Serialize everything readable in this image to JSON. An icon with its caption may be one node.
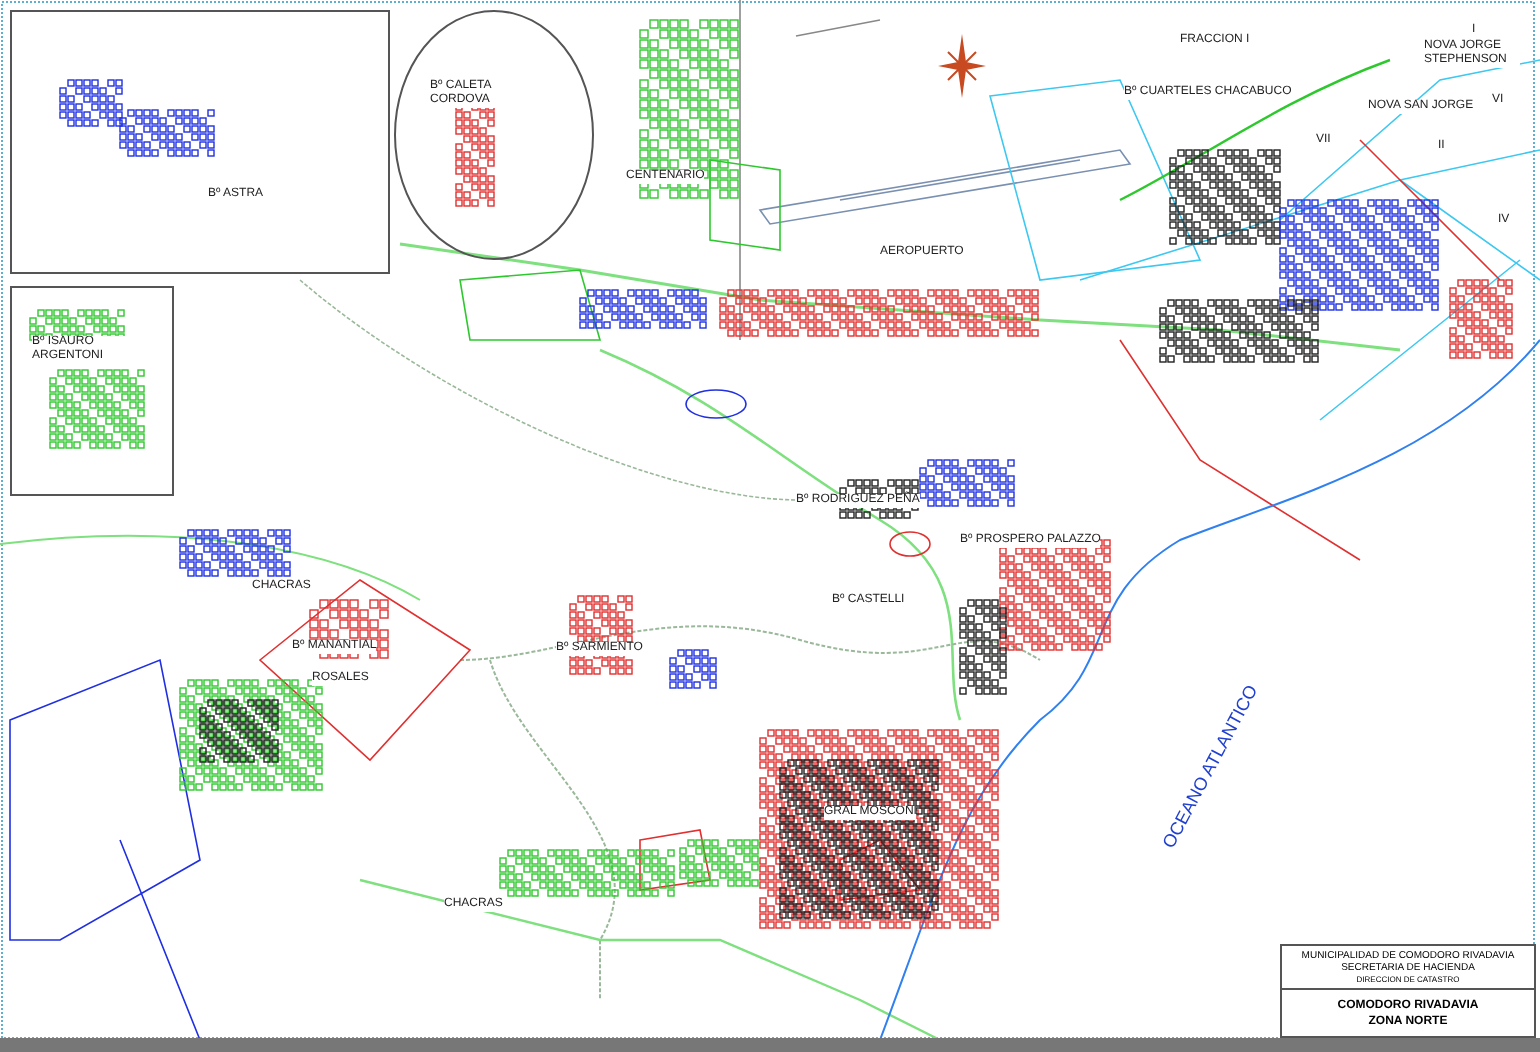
{
  "diagram": {
    "nodes": [
      {
        "text": [
          "Bº ASTRA"
        ]
      },
      {
        "text": [
          "Bº CALETA CORDOVA"
        ]
      },
      {
        "text": [
          "Bº ISAURO ARGENTONI"
        ]
      },
      {
        "text": [
          "MUNICIPALIDAD DE COMODORO RIVADAVIA",
          "SECRETARIA DE HACIENDA",
          "DIRECCION DE CATASTRO",
          "COMODORO RIVADAVIA",
          "ZONA NORTE"
        ]
      }
    ],
    "labels": [
      "CENTENARIO",
      "AEROPUERTO",
      "FRACCION I",
      "Bº CUARTELES CHACABUCO",
      "I",
      "NOVA JORGE STEPHENSON",
      "NOVA SAN JORGE",
      "VI",
      "VII",
      "II",
      "IV",
      "Bº RODRIGUEZ PEÑA",
      "Bº PROSPERO PALAZZO",
      "Bº CASTELLI",
      "CHACRAS",
      "Bº MANANTIAL",
      "ROSALES",
      "Bº SARMIENTO",
      "GRAL MOSCONI",
      "CHACRAS",
      "OCEANO ATLANTICO"
    ]
  }
}
